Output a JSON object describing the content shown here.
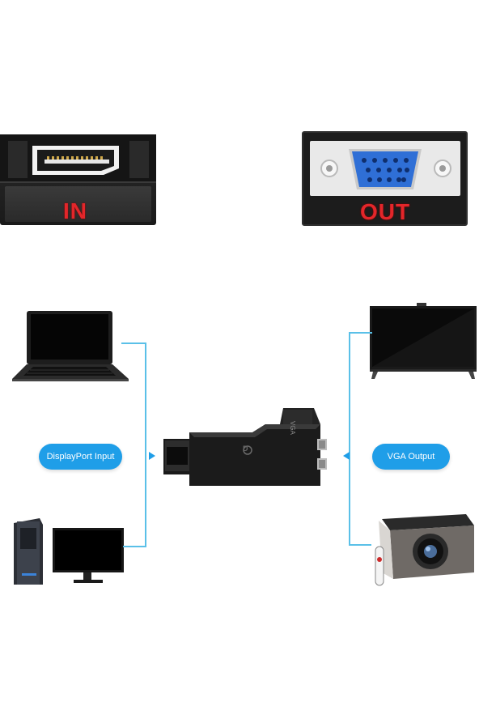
{
  "ports": {
    "in_label": "IN",
    "out_label": "OUT"
  },
  "labels": {
    "input": "DisplayPort Input",
    "output": "VGA Output"
  },
  "adapter": {
    "vga_text": "VGA",
    "dp_text": "D"
  },
  "colors": {
    "accent_blue": "#1f9ee8",
    "line_blue": "#5ac0e8",
    "label_red": "#e3262a",
    "vga_port_blue": "#2f6fd6"
  },
  "icons": [
    "displayport-port-icon",
    "vga-port-icon",
    "laptop-icon",
    "desktop-computer-icon",
    "monitor-icon",
    "tv-icon",
    "projector-icon",
    "adapter-icon"
  ]
}
